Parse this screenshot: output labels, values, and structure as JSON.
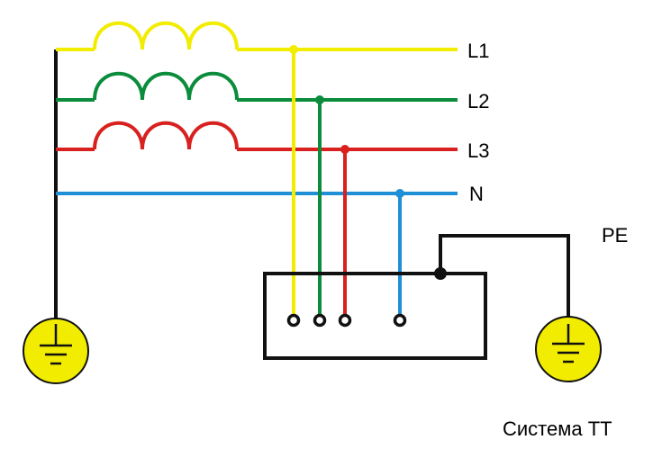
{
  "labels": {
    "l1": "L1",
    "l2": "L2",
    "l3": "L3",
    "n": "N",
    "pe": "PE"
  },
  "caption": "Система TT",
  "colors": {
    "l1": "#f2ec00",
    "l2": "#0a8c3c",
    "l3": "#d8211f",
    "n": "#1f8fd6",
    "pe": "#111111",
    "ground_fill": "#f2ec00"
  }
}
